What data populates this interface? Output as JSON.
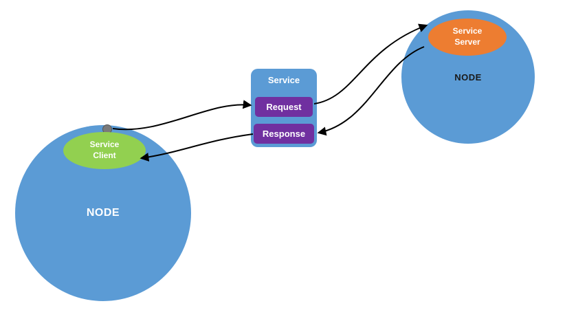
{
  "diagram": {
    "left_node": {
      "label": "NODE"
    },
    "right_node": {
      "label": "NODE"
    },
    "service_client": {
      "line1": "Service",
      "line2": "Client"
    },
    "service_server": {
      "line1": "Service",
      "line2": "Server"
    },
    "service_box": {
      "title": "Service",
      "request_label": "Request",
      "response_label": "Response"
    },
    "colors": {
      "node_blue": "#5b9bd5",
      "client_green": "#92d050",
      "server_orange": "#ed7d31",
      "action_purple": "#7030a0",
      "connector_black": "#000000",
      "dot_gray": "#7a7a7a",
      "background": "#ffffff"
    }
  }
}
